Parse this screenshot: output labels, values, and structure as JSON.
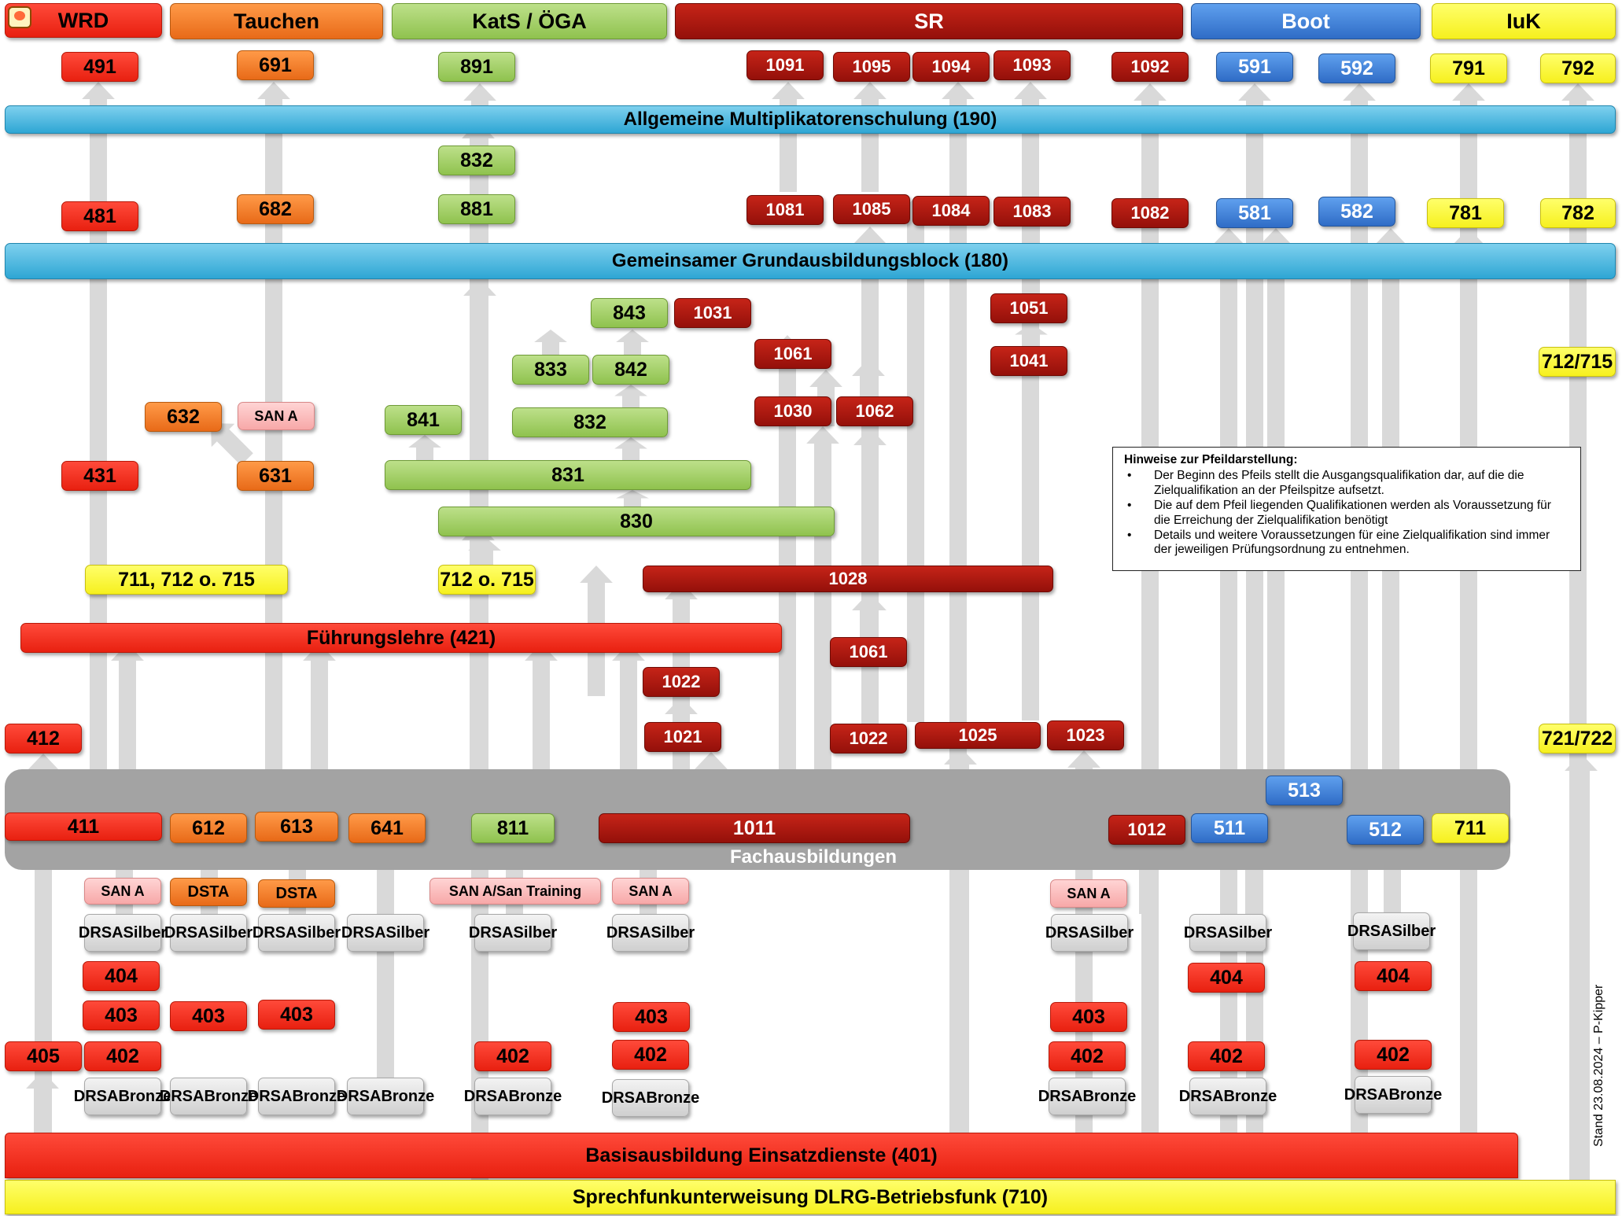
{
  "headers": {
    "wrd": "WRD",
    "tauchen": "Tauchen",
    "kats": "KatS / ÖGA",
    "sr": "SR",
    "boot": "Boot",
    "iuk": "IuK"
  },
  "bands": {
    "multi": "Allgemeine Multiplikatorenschulung (190)",
    "grund": "Gemeinsamer Grundausbildungsblock (180)",
    "fuehrung": "Führungslehre (421)",
    "basis": "Basisausbildung Einsatzdienste (401)",
    "funk": "Sprechfunkunterweisung DLRG-Betriebsfunk (710)",
    "fach": "Fachausbildungen"
  },
  "boxes": {
    "b491": "491",
    "b691": "691",
    "b891": "891",
    "b1091": "1091",
    "b1095": "1095",
    "b1094": "1094",
    "b1093": "1093",
    "b1092": "1092",
    "b591": "591",
    "b592": "592",
    "b791": "791",
    "b792": "792",
    "b832top": "832",
    "b481": "481",
    "b682": "682",
    "b881": "881",
    "b1081": "1081",
    "b1085": "1085",
    "b1084": "1084",
    "b1083": "1083",
    "b1082": "1082",
    "b581": "581",
    "b582": "582",
    "b781": "781",
    "b782": "782",
    "b843": "843",
    "b1031": "1031",
    "b1051": "1051",
    "b833": "833",
    "b842": "842",
    "b1061a": "1061",
    "b1041": "1041",
    "b712715r": "712/715",
    "b632": "632",
    "b841": "841",
    "b832": "832",
    "b1030": "1030",
    "b1062": "1062",
    "b431": "431",
    "b631": "631",
    "b831": "831",
    "b830": "830",
    "b711712715": "711, 712 o. 715",
    "b712o715": "712 o. 715",
    "b1028": "1028",
    "b1061b": "1061",
    "b1022a": "1022",
    "b412": "412",
    "b1021": "1021",
    "b1022b": "1022",
    "b1025": "1025",
    "b1023": "1023",
    "b721722": "721/722",
    "b513": "513",
    "b411": "411",
    "b612": "612",
    "b613": "613",
    "b641": "641",
    "b811": "811",
    "b1011": "1011",
    "b1012": "1012",
    "b511": "511",
    "b512": "512",
    "b711": "711",
    "sana1": "SAN A",
    "dsta1": "DSTA",
    "dsta2": "DSTA",
    "sanasan": "SAN A/San Training",
    "sana2": "SAN A",
    "sana3": "SAN A",
    "sana0": "SAN A",
    "b404a": "404",
    "b404b": "404",
    "b404c": "404",
    "b403a": "403",
    "b403b": "403",
    "b403c": "403",
    "b403d": "403",
    "b403e": "403",
    "b405": "405",
    "b402a": "402",
    "b402b": "402",
    "b402c": "402",
    "b402d": "402",
    "b402e": "402",
    "b402f": "402"
  },
  "silber": {
    "line1": "DRSA",
    "line2": "Silber"
  },
  "bronze": {
    "line1": "DRSA",
    "line2": "Bronze"
  },
  "note": {
    "title": "Hinweise zur Pfeildarstellung:",
    "item1": "Der Beginn des Pfeils stellt die Ausgangsqualifikation dar, auf die die Zielqualifikation an der Pfeilspitze aufsetzt.",
    "item2": "Die auf dem Pfeil liegenden Qualifikationen werden als Voraussetzung für die Erreichung der Zielqualifikation benötigt",
    "item3": "Details und weitere Voraussetzungen für eine Zielqualifikation sind immer der jeweiligen Prüfungsordnung zu entnehmen."
  },
  "stand": "Stand 23.08.2024 – P-Kipper",
  "colors": {
    "red": "#e82010",
    "dark_red": "#94100a",
    "orange": "#e86a18",
    "green": "#8fc24e",
    "blue": "#2f6cc6",
    "yellow": "#f6f01e",
    "pink": "#f7a8a8",
    "silver": "#cfcfcf",
    "cyan": "#2ea6d4",
    "arrow": "#d9d9d9",
    "fach_bg": "#a3a3a3"
  },
  "icons": {
    "header_logo": "speech-bubble-icon"
  }
}
